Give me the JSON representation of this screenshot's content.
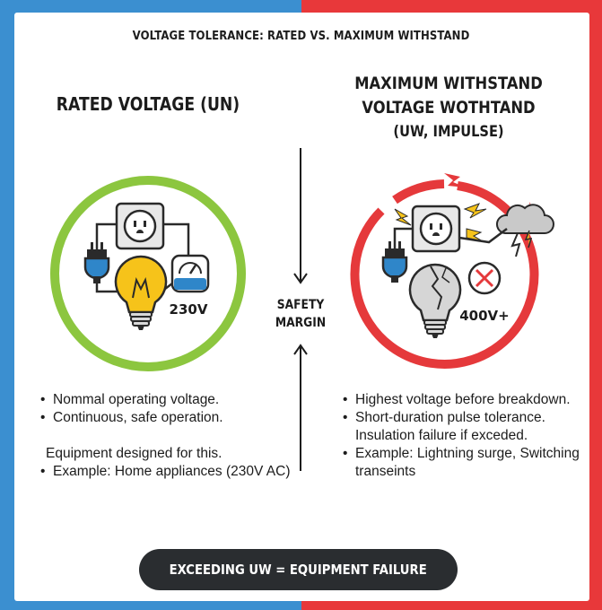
{
  "title": "VOLTAGE TOLERANCE: RATED VS. MAXIMUM WITHSTAND",
  "left": {
    "heading": "RATED VOLTAGE (UN)",
    "meter_label": "230V",
    "bullets": [
      "Nommal operating voltage.",
      "Continuous, safe operation."
    ],
    "note": "Equipment designed for this.",
    "example": "Example: Home appliances (230V AC)"
  },
  "center": {
    "label_line1": "SAFETY",
    "label_line2": "MARGIN"
  },
  "right": {
    "heading_line1": "MAXIMUM WITHSTAND",
    "heading_line2": "VOLTAGE WOTHTAND",
    "heading_line3": "(UW, IMPULSE)",
    "meter_label": "400V+",
    "bullets": [
      "Highest voltage before breakdown.",
      "Short-duration pulse tolerance. Insulation failure if exceded.",
      "Example: Lightning surge, Switching transeints"
    ]
  },
  "footer": "EXCEEDING UW = EQUIPMENT FAILURE",
  "colors": {
    "left_background": "#3b8fd0",
    "right_background": "#e8383a",
    "safe_ring": "#8cc63f",
    "danger_ring": "#e5393b",
    "pill": "#2a2d30"
  }
}
